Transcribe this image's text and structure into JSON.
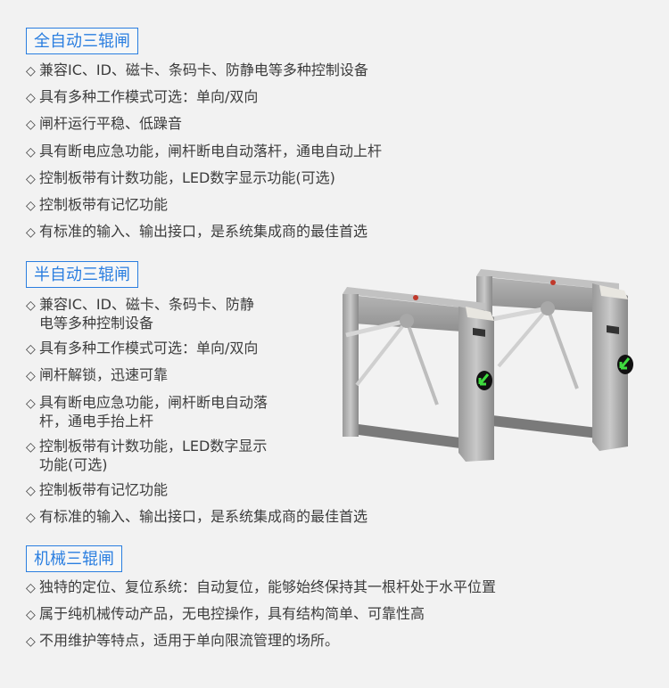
{
  "accent_color": "#2a7ee0",
  "bullet": "◇",
  "sections": [
    {
      "title": "全自动三辊闸",
      "items": [
        "兼容IC、ID、磁卡、条码卡、防静电等多种控制设备",
        "具有多种工作模式可选：单向/双向",
        "闸杆运行平稳、低躁音",
        "具有断电应急功能，闸杆断电自动落杆，通电自动上杆",
        "控制板带有计数功能，LED数字显示功能(可选)",
        "控制板带有记忆功能",
        "有标准的输入、输出接口，是系统集成商的最佳首选"
      ]
    },
    {
      "title": "半自动三辊闸",
      "items": [
        {
          "line1": "兼容IC、ID、磁卡、条码卡、防静",
          "line2": "电等多种控制设备"
        },
        {
          "line1": "具有多种工作模式可选：单向/双向"
        },
        {
          "line1": "闸杆解锁，迅速可靠"
        },
        {
          "line1": "具有断电应急功能，闸杆断电自动落",
          "line2": "杆，通电手抬上杆"
        },
        {
          "line1": "控制板带有计数功能，LED数字显示",
          "line2": "功能(可选)"
        },
        {
          "line1": "控制板带有记忆功能"
        },
        {
          "line1": "有标准的输入、输出接口，是系统集成商的最佳首选"
        }
      ],
      "image": {
        "alt": "两台不锈钢三辊闸，带绿色通行箭头指示灯"
      }
    },
    {
      "title": "机械三辊闸",
      "items": [
        "独特的定位、复位系统：自动复位，能够始终保持其一根杆处于水平位置",
        "属于纯机械传动产品，无电控操作，具有结构简单、可靠性高",
        "不用维护等特点，适用于单向限流管理的场所。"
      ]
    }
  ]
}
